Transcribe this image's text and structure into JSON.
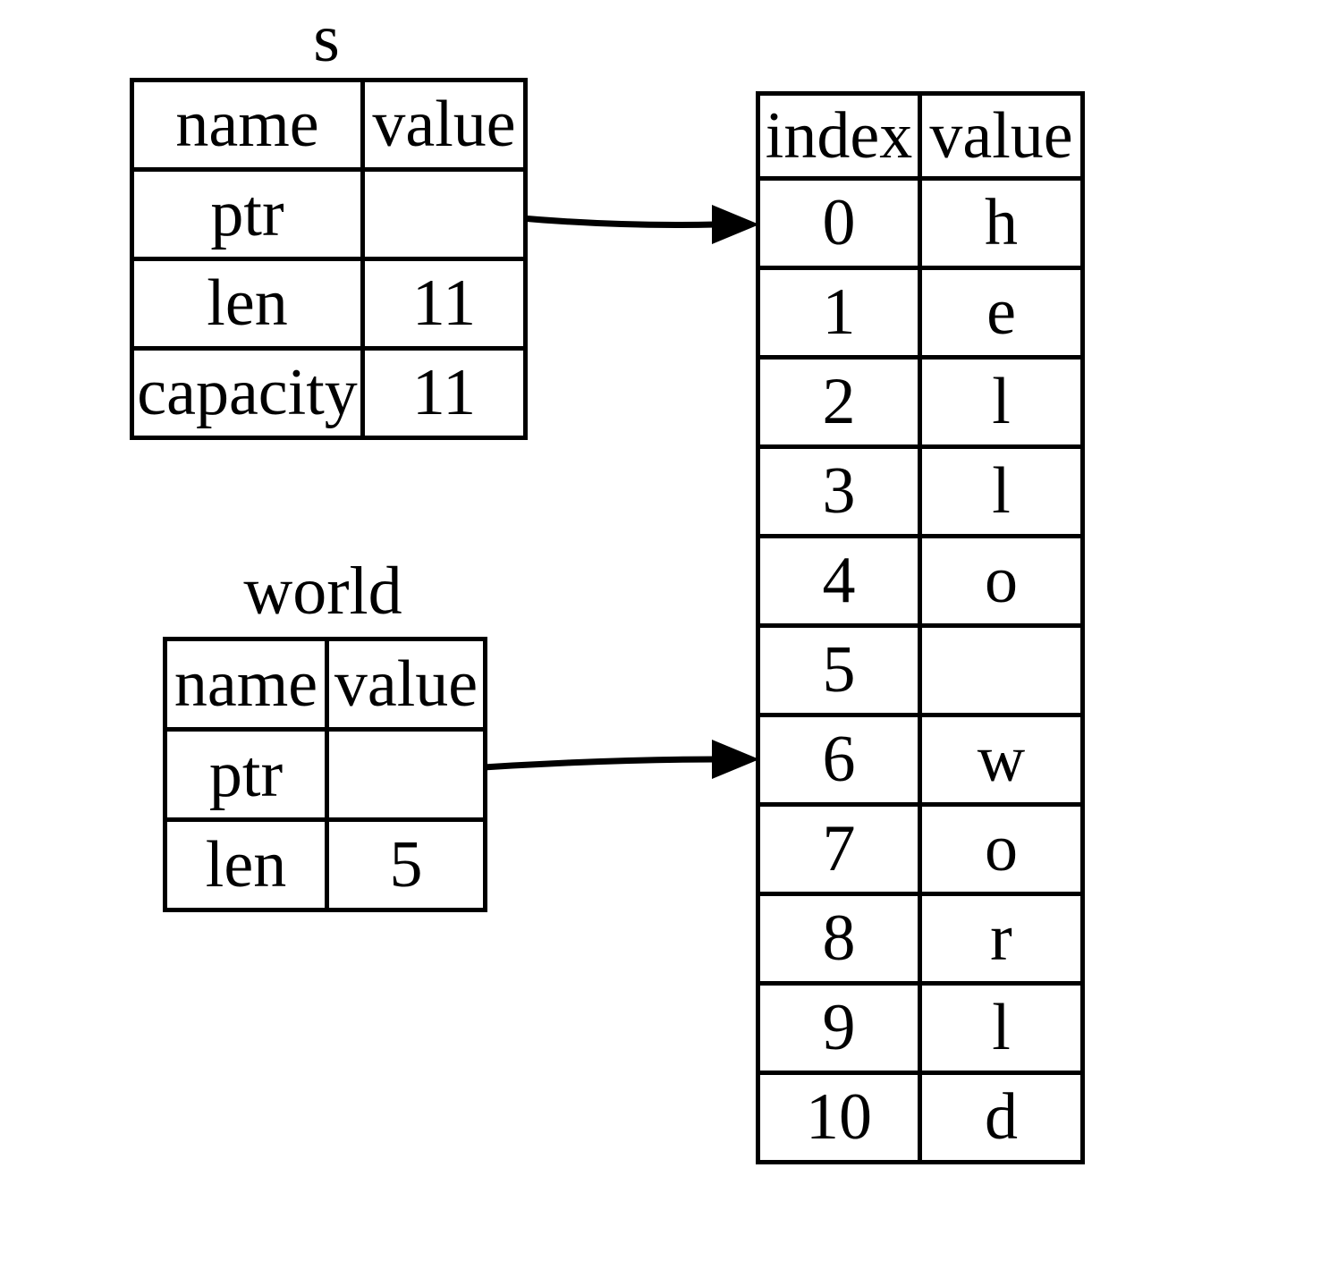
{
  "s_struct": {
    "title": "s",
    "col_headers": [
      "name",
      "value"
    ],
    "rows": [
      [
        "ptr",
        ""
      ],
      [
        "len",
        "11"
      ],
      [
        "capacity",
        "11"
      ]
    ]
  },
  "world_struct": {
    "title": "world",
    "col_headers": [
      "name",
      "value"
    ],
    "rows": [
      [
        "ptr",
        ""
      ],
      [
        "len",
        "5"
      ]
    ]
  },
  "heap": {
    "col_headers": [
      "index",
      "value"
    ],
    "rows": [
      [
        "0",
        "h"
      ],
      [
        "1",
        "e"
      ],
      [
        "2",
        "l"
      ],
      [
        "3",
        "l"
      ],
      [
        "4",
        "o"
      ],
      [
        "5",
        ""
      ],
      [
        "6",
        "w"
      ],
      [
        "7",
        "o"
      ],
      [
        "8",
        "r"
      ],
      [
        "9",
        "l"
      ],
      [
        "10",
        "d"
      ]
    ]
  },
  "arrows": [
    {
      "name": "s-ptr-to-index-0",
      "from": "s.ptr",
      "to": "heap index 0"
    },
    {
      "name": "world-ptr-to-index-6",
      "from": "world.ptr",
      "to": "heap index 6"
    }
  ],
  "colors": {
    "background": "#ffffff",
    "border": "#000000",
    "text": "#000000",
    "arrow": "#000000"
  }
}
